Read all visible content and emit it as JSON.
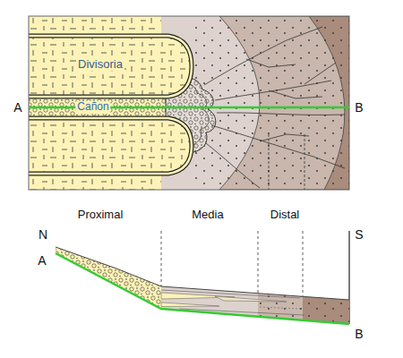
{
  "diagram": {
    "labels": [
      "Divisoria",
      "Cañon",
      "A",
      "B",
      "Proximal",
      "Media",
      "Distal",
      "N",
      "S",
      "A",
      "B"
    ]
  }
}
